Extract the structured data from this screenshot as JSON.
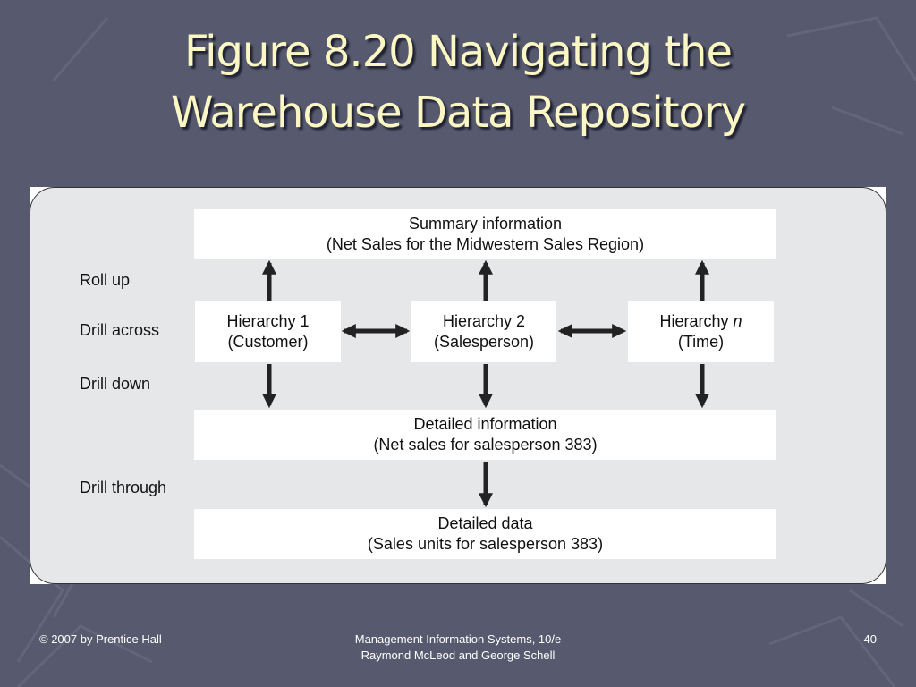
{
  "slide": {
    "title_line1": "Figure 8.20 Navigating the",
    "title_line2": "Warehouse Data Repository"
  },
  "diagram": {
    "labels": {
      "roll_up": "Roll up",
      "drill_across": "Drill across",
      "drill_down": "Drill down",
      "drill_through": "Drill through"
    },
    "summary": {
      "line1": "Summary information",
      "line2": "(Net Sales for the Midwestern Sales Region)"
    },
    "hierarchy1": {
      "line1": "Hierarchy 1",
      "line2": "(Customer)"
    },
    "hierarchy2": {
      "line1": "Hierarchy 2",
      "line2": "(Salesperson)"
    },
    "hierarchyn": {
      "line1_prefix": "Hierarchy ",
      "line1_italic": "n",
      "line2": "(Time)"
    },
    "detailed_info": {
      "line1": "Detailed information",
      "line2": "(Net sales for salesperson 383)"
    },
    "detailed_data": {
      "line1": "Detailed data",
      "line2": "(Sales units for salesperson 383)"
    }
  },
  "footer": {
    "copyright": "© 2007 by Prentice Hall",
    "book_line1": "Management Information Systems, 10/e",
    "book_line2": "Raymond McLeod and George Schell",
    "page_number": "40"
  },
  "colors": {
    "background": "#575a6e",
    "title_text": "#fbf7c4",
    "panel": "#e6e7e9",
    "arrow": "#222222"
  }
}
